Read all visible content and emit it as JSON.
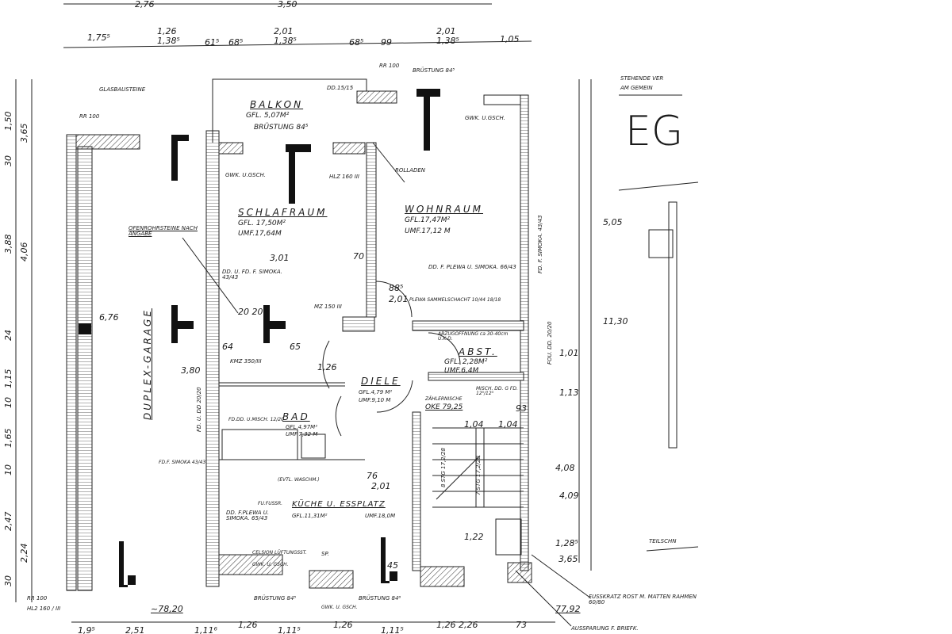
{
  "title": "EG",
  "rooms": {
    "balkon": {
      "name": "BALKON",
      "area": "GFL. 5,07M²",
      "note": "BRÜSTUNG 84⁵"
    },
    "schlafraum": {
      "name": "SCHLAFRAUM",
      "area": "GFL. 17,50M²",
      "perimeter": "UMF.17,64M"
    },
    "wohnraum": {
      "name": "WOHNRAUM",
      "area": "GFL.17,47M²",
      "perimeter": "UMF.17,12 M"
    },
    "garage": {
      "name": "DUPLEX-GARAGE"
    },
    "abst": {
      "name": "ABST.",
      "area": "GFL. 2,28M²",
      "perimeter": "UMF.6,4M"
    },
    "diele": {
      "name": "DIELE",
      "area": "GFL.4,79 M²",
      "perimeter": "UMF.9,10 M"
    },
    "bad": {
      "name": "BAD",
      "area": "GFL.4,97M²",
      "perimeter": "UMF.7,32 M"
    },
    "kueche": {
      "name": "KÜCHE U. ESSPLATZ",
      "area": "GFL.11,31M²",
      "perimeter": "UMF.18,0M"
    }
  },
  "annotations": {
    "glasbausteine": "GLASBAUSTEINE",
    "rr100_a": "RR 100",
    "rr100_b": "RR 100",
    "rr100_c": "RR 100",
    "bruestung_top": "BRÜSTUNG 84⁵",
    "dd15": "DD.15/15",
    "rolladen": "ROLLADEN",
    "gwk1": "GWK. U.GSCH.",
    "gwk2": "GWK. U.GSCH.",
    "hlz": "HLZ 160 III",
    "ofenrohr": "OFENROHRSTEINE NACH ANGABE",
    "ddufd": "DD. U. FD. F. SIMOKA. 43/43",
    "kmz": "KMZ 350/III",
    "mz150": "MZ 150 III",
    "plewa": "DD. F. PLEWA U. SIMOKA. 66/43",
    "plewa_schacht": "PLEWA SAMMELSCHACHT 10/44 18/18",
    "abzug": "ABZUGÖFFNUNG ca 30-40cm U.K.D.",
    "zaehler": "ZÄHLERNISCHE",
    "oke": "OKE 79,25",
    "misch": "MISCH. DD. G FD. 12⁵/12⁵",
    "fd_simoka": "FD. F. SIMOKA. 43/43",
    "fd_u_dd": "FD. U. DD 20/20",
    "fu_dd": "FOU. DD. 20/20",
    "fd_dd_misch": "FD.DD. U.MISCH. 12/20",
    "fdf_simoka": "FD.F. SIMOKA 43/43",
    "fu_fussr": "FU.FUSSR.",
    "dd_fplewa": "DD. F.PLEWA U. SIMOKA. 65/43",
    "waschm": "(EVTL. WASCHM.)",
    "celsion": "CELSION LÜFTUNGSST.",
    "gwk3": "GWK. U. GSCH.",
    "gwk4": "GWK. U. GSCH.",
    "sp": "SP.",
    "bruestung_k1": "BRÜSTUNG 84⁵",
    "bruestung_k2": "BRÜSTUNG 84⁶",
    "hlz2": "HL2 160 / III",
    "level": "~78,20",
    "level2": "77,92",
    "fusskratz": "FUSSKRATZ ROST M. MATTEN RAHMEN 60/80",
    "aussparung": "AUSSPARUNG F. BRIEFK.",
    "stg1": "8 STG 17,2/28",
    "stg2": "7 STG 17,2/28",
    "stehende": "STEHENDE VER",
    "gemein": "AM GEMEIN",
    "teilschn": "TEILSCHN"
  },
  "dimensions": {
    "top": [
      "1,75⁵",
      "1,26 1,38⁵",
      "61⁵",
      "68⁵",
      "2,01 1,38⁵",
      "68⁵",
      "99",
      "2,01 1,38⁵",
      "1,05"
    ],
    "top_row0": [
      "2,76",
      "3,50"
    ],
    "left": [
      "1,50",
      "3,65",
      "30",
      "3,88",
      "4,06",
      "24",
      "1,15",
      "10",
      "1,65",
      "10",
      "2,47",
      "2,24",
      "30"
    ],
    "inner": [
      "3,01",
      "70",
      "88⁵",
      "2,01",
      "64",
      "65",
      "3,80",
      "6,76",
      "1,04",
      "1,04",
      "93",
      "1,22",
      "2,01",
      "76",
      "45",
      "1,26",
      "20 20",
      "5,05",
      "11,30",
      "1,01",
      "1,13",
      "4,08",
      "4,09",
      "1,28⁵",
      "3,65"
    ],
    "bottom": [
      "1,9⁵",
      "2,51",
      "1,11⁶",
      "1,26",
      "1,11⁵",
      "1,26",
      "1,11⁵",
      "1,26 2,26",
      "73"
    ]
  }
}
